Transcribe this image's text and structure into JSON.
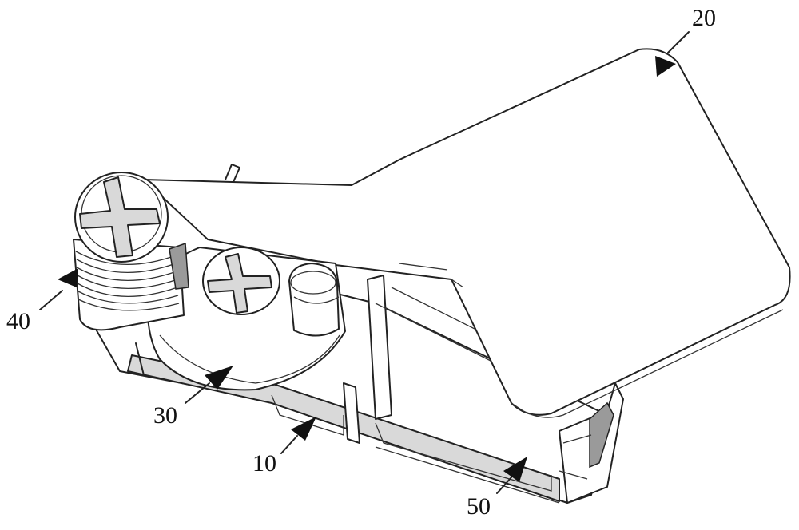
{
  "figure": {
    "labels": [
      {
        "id": "plate",
        "text": "20"
      },
      {
        "id": "spring",
        "text": "40"
      },
      {
        "id": "cam",
        "text": "30"
      },
      {
        "id": "base",
        "text": "10"
      },
      {
        "id": "slot",
        "text": "50"
      }
    ]
  }
}
